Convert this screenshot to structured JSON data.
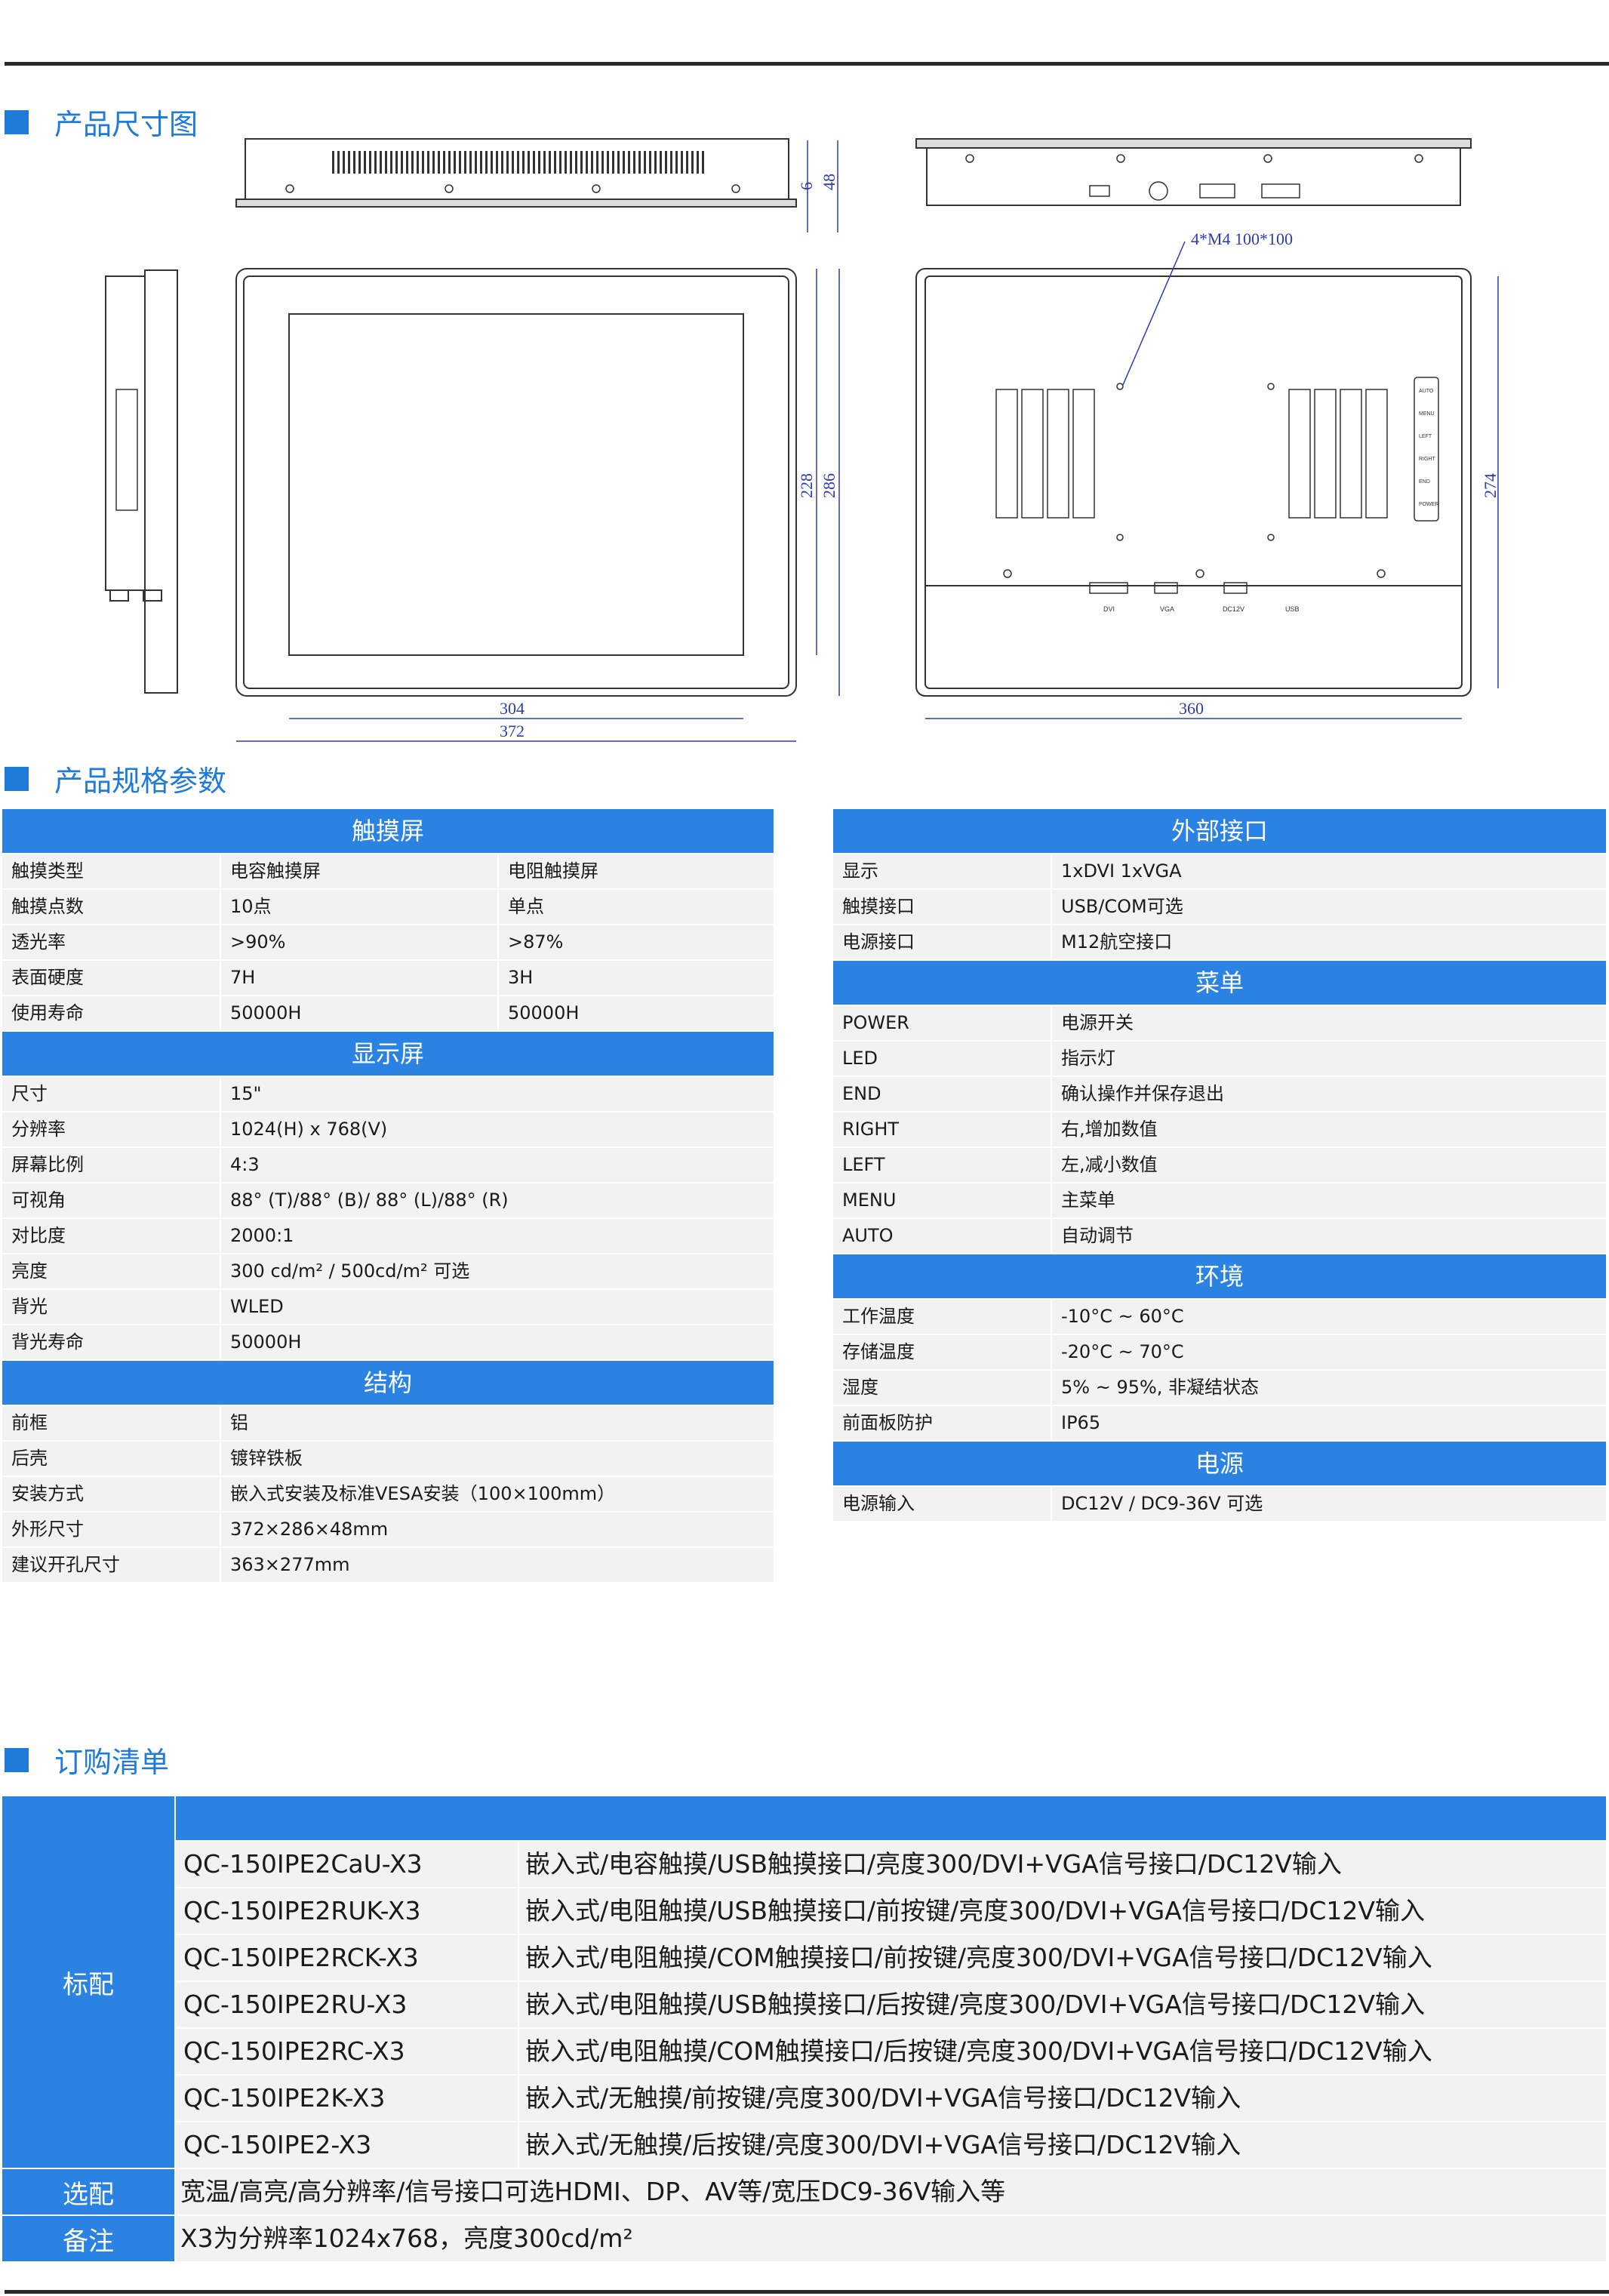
{
  "sections": {
    "dimensions": "产品尺寸图",
    "specs": "产品规格参数",
    "ordering": "订购清单"
  },
  "drawing": {
    "dims": {
      "d6": "6",
      "d48": "48",
      "d228": "228",
      "d286": "286",
      "d304": "304",
      "d372": "372",
      "d360": "360",
      "d274": "274",
      "mount": "4*M4  100*100"
    },
    "ports": {
      "dvi": "DVI",
      "vga": "VGA",
      "dc": "DC12V",
      "usb": "USB"
    },
    "buttons": [
      "AUTO",
      "MENU",
      "LEFT",
      "RIGHT",
      "END",
      "POWER"
    ]
  },
  "left_specs": [
    {
      "title": "触摸屏",
      "rows": [
        [
          "触摸类型",
          "电容触摸屏",
          "电阻触摸屏"
        ],
        [
          "触摸点数",
          "10点",
          "单点"
        ],
        [
          "透光率",
          ">90%",
          ">87%"
        ],
        [
          "表面硬度",
          "7H",
          "3H"
        ],
        [
          "使用寿命",
          "50000H",
          "50000H"
        ]
      ]
    },
    {
      "title": "显示屏",
      "rows": [
        [
          "尺寸",
          "15\""
        ],
        [
          "分辨率",
          "1024(H) x 768(V)"
        ],
        [
          "屏幕比例",
          "4:3"
        ],
        [
          "可视角",
          "88° (T)/88° (B)/ 88° (L)/88° (R)"
        ],
        [
          "对比度",
          "2000:1"
        ],
        [
          "亮度",
          "300 cd/m²   /   500cd/m² 可选"
        ],
        [
          "背光",
          "WLED"
        ],
        [
          "背光寿命",
          "50000H"
        ]
      ]
    },
    {
      "title": "结构",
      "rows": [
        [
          "前框",
          "铝"
        ],
        [
          "后壳",
          "镀锌铁板"
        ],
        [
          "安装方式",
          "嵌入式安装及标准VESA安装（100×100mm）"
        ],
        [
          "外形尺寸",
          "372×286×48mm"
        ],
        [
          "建议开孔尺寸",
          "363×277mm"
        ]
      ]
    }
  ],
  "right_specs": [
    {
      "title": "外部接口",
      "rows": [
        [
          "显示",
          "1xDVI        1xVGA"
        ],
        [
          "触摸接口",
          "USB/COM可选"
        ],
        [
          "电源接口",
          "M12航空接口"
        ]
      ]
    },
    {
      "title": "菜单",
      "rows": [
        [
          "POWER",
          "电源开关"
        ],
        [
          "LED",
          "指示灯"
        ],
        [
          "END",
          "确认操作并保存退出"
        ],
        [
          "RIGHT",
          "右,增加数值"
        ],
        [
          "LEFT",
          "左,减小数值"
        ],
        [
          "MENU",
          "主菜单"
        ],
        [
          "AUTO",
          "自动调节"
        ]
      ]
    },
    {
      "title": "环境",
      "rows": [
        [
          "工作温度",
          "-10°C ~ 60°C"
        ],
        [
          "存储温度",
          "-20°C ~ 70°C"
        ],
        [
          "湿度",
          "5% ~ 95%, 非凝结状态"
        ],
        [
          "前面板防护",
          "IP65"
        ]
      ]
    },
    {
      "title": "电源",
      "rows": [
        [
          "电源输入",
          "DC12V / DC9-36V 可选"
        ]
      ]
    }
  ],
  "ordering": {
    "standard_label": "标配",
    "standard": [
      [
        "QC-150IPE2CaU-X3",
        "嵌入式/电容触摸/USB触摸接口/亮度300/DVI+VGA信号接口/DC12V输入"
      ],
      [
        "QC-150IPE2RUK-X3",
        "嵌入式/电阻触摸/USB触摸接口/前按键/亮度300/DVI+VGA信号接口/DC12V输入"
      ],
      [
        "QC-150IPE2RCK-X3",
        "嵌入式/电阻触摸/COM触摸接口/前按键/亮度300/DVI+VGA信号接口/DC12V输入"
      ],
      [
        "QC-150IPE2RU-X3",
        "嵌入式/电阻触摸/USB触摸接口/后按键/亮度300/DVI+VGA信号接口/DC12V输入"
      ],
      [
        "QC-150IPE2RC-X3",
        "嵌入式/电阻触摸/COM触摸接口/后按键/亮度300/DVI+VGA信号接口/DC12V输入"
      ],
      [
        "QC-150IPE2K-X3",
        "嵌入式/无触摸/前按键/亮度300/DVI+VGA信号接口/DC12V输入"
      ],
      [
        "QC-150IPE2-X3",
        "嵌入式/无触摸/后按键/亮度300/DVI+VGA信号接口/DC12V输入"
      ]
    ],
    "optional_label": "选配",
    "optional": "宽温/高亮/高分辨率/信号接口可选HDMI、DP、AV等/宽压DC9-36V输入等",
    "note_label": "备注",
    "note": "X3为分辨率1024x768，亮度300cd/m²"
  },
  "colors": {
    "accent": "#1e7bd8",
    "header": "#2a82e3",
    "cell": "#f2f2f2",
    "dim": "#2f3bb5"
  }
}
